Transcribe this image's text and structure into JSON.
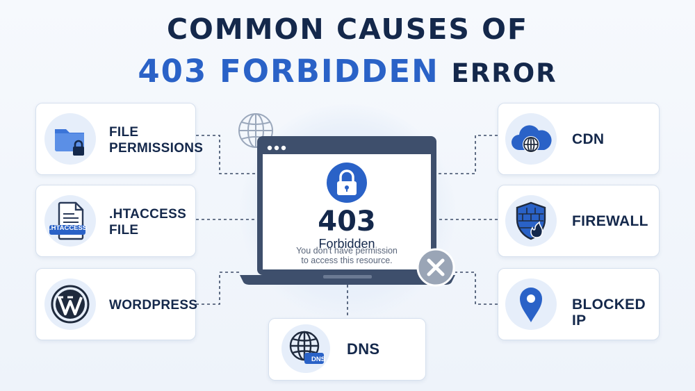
{
  "title": {
    "line1": "COMMON CAUSES OF",
    "line2_highlight": "403 FORBIDDEN",
    "line2_rest": "ERROR"
  },
  "center": {
    "code": "403",
    "status": "Forbidden",
    "message": "You don't have permission\nto access this resource."
  },
  "causes": [
    {
      "id": "file-permissions",
      "label": "FILE\nPERMISSIONS",
      "icon": "folder-lock-icon"
    },
    {
      "id": "htaccess-file",
      "label": ".HTACCESS\nFILE",
      "icon": "document-icon",
      "badge": ".HTACCESS"
    },
    {
      "id": "wordpress",
      "label": "WORDPRESS",
      "icon": "wordpress-icon"
    },
    {
      "id": "dns",
      "label": "DNS",
      "icon": "globe-icon",
      "badge": "DNS"
    },
    {
      "id": "cdn",
      "label": "CDN",
      "icon": "cloud-globe-icon"
    },
    {
      "id": "firewall",
      "label": "FIREWALL",
      "icon": "firewall-shield-icon"
    },
    {
      "id": "blocked-ip",
      "label": "BLOCKED IP",
      "icon": "location-pin-icon"
    }
  ],
  "colors": {
    "navy": "#14284b",
    "blue": "#2a62c7",
    "laptop": "#3e4f6c",
    "icon_bg": "#e6eefa",
    "error_x": "#9aa5b6"
  }
}
